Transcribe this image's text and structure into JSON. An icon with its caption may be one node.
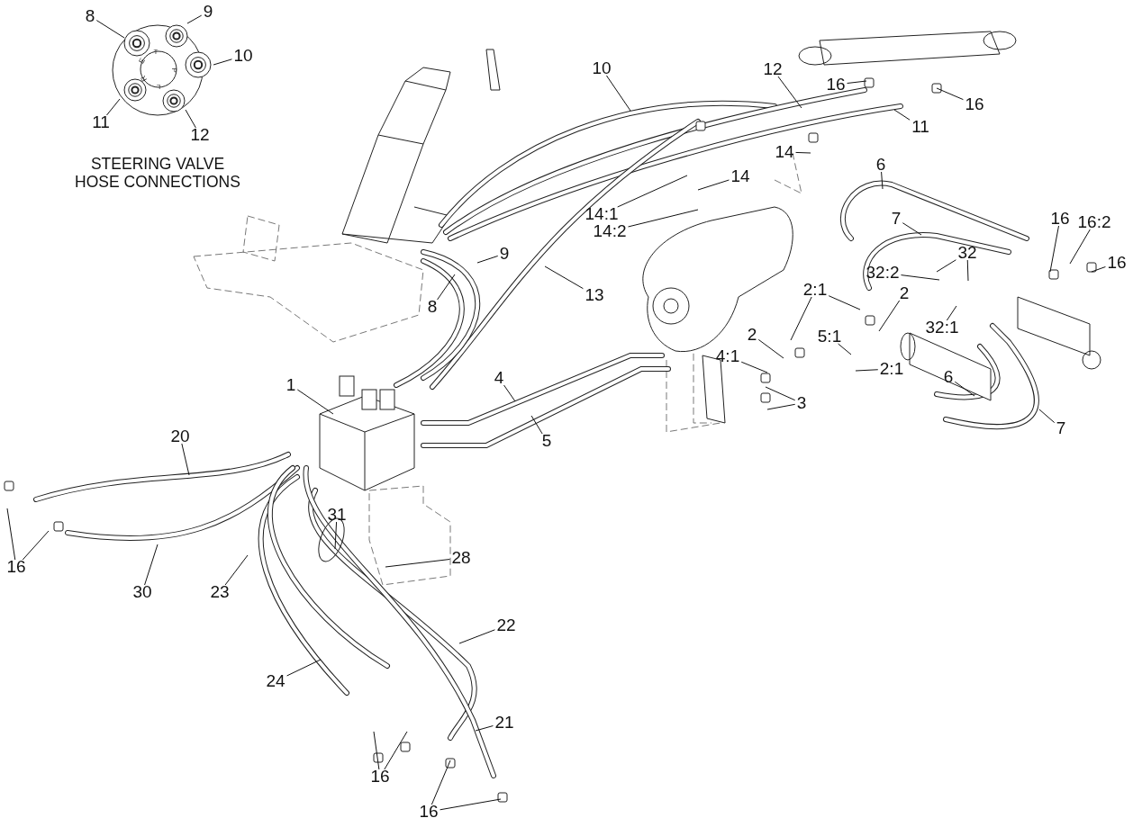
{
  "diagram": {
    "nodes": [
      {
        "text": [
          "8"
        ]
      },
      {
        "text": [
          "9"
        ]
      },
      {
        "text": [
          "10"
        ]
      },
      {
        "text": [
          "11"
        ]
      },
      {
        "text": [
          "12"
        ]
      },
      {
        "text": [
          "10"
        ]
      },
      {
        "text": [
          "12"
        ]
      },
      {
        "text": [
          "16"
        ]
      },
      {
        "text": [
          "16"
        ]
      },
      {
        "text": [
          "11"
        ]
      },
      {
        "text": [
          "14"
        ]
      },
      {
        "text": [
          "14"
        ]
      },
      {
        "text": [
          "14:1"
        ]
      },
      {
        "text": [
          "14:2"
        ]
      },
      {
        "text": [
          "9"
        ]
      },
      {
        "text": [
          "8"
        ]
      },
      {
        "text": [
          "13"
        ]
      },
      {
        "text": [
          "6"
        ]
      },
      {
        "text": [
          "7"
        ]
      },
      {
        "text": [
          "16"
        ]
      },
      {
        "text": [
          "16:2"
        ]
      },
      {
        "text": [
          "16"
        ]
      },
      {
        "text": [
          "32"
        ]
      },
      {
        "text": [
          "32:2"
        ]
      },
      {
        "text": [
          "2:1"
        ]
      },
      {
        "text": [
          "5:1"
        ]
      },
      {
        "text": [
          "2"
        ]
      },
      {
        "text": [
          "32:1"
        ]
      },
      {
        "text": [
          "2"
        ]
      },
      {
        "text": [
          "4:1"
        ]
      },
      {
        "text": [
          "2:1"
        ]
      },
      {
        "text": [
          "3"
        ]
      },
      {
        "text": [
          "6"
        ]
      },
      {
        "text": [
          "7"
        ]
      },
      {
        "text": [
          "1"
        ]
      },
      {
        "text": [
          "4"
        ]
      },
      {
        "text": [
          "5"
        ]
      },
      {
        "text": [
          "20"
        ]
      },
      {
        "text": [
          "16"
        ]
      },
      {
        "text": [
          "30"
        ]
      },
      {
        "text": [
          "23"
        ]
      },
      {
        "text": [
          "31"
        ]
      },
      {
        "text": [
          "28"
        ]
      },
      {
        "text": [
          "22"
        ]
      },
      {
        "text": [
          "24"
        ]
      },
      {
        "text": [
          "21"
        ]
      },
      {
        "text": [
          "16"
        ]
      },
      {
        "text": [
          "16"
        ]
      }
    ],
    "edges": [
      {
        "from": 0,
        "to": null,
        "arrow": "none"
      },
      {
        "from": 1,
        "to": null,
        "arrow": "none"
      },
      {
        "from": 2,
        "to": null,
        "arrow": "none"
      },
      {
        "from": 3,
        "to": null,
        "arrow": "none"
      },
      {
        "from": 4,
        "to": null,
        "arrow": "none"
      },
      {
        "from": 5,
        "to": null,
        "arrow": "none"
      },
      {
        "from": 6,
        "to": null,
        "arrow": "none"
      },
      {
        "from": 7,
        "to": null,
        "arrow": "none"
      },
      {
        "from": 8,
        "to": null,
        "arrow": "none"
      },
      {
        "from": 9,
        "to": null,
        "arrow": "none"
      },
      {
        "from": 10,
        "to": null,
        "arrow": "none"
      },
      {
        "from": 11,
        "to": null,
        "arrow": "none"
      },
      {
        "from": 12,
        "to": null,
        "arrow": "none"
      },
      {
        "from": 13,
        "to": null,
        "arrow": "none"
      },
      {
        "from": 14,
        "to": null,
        "arrow": "none"
      },
      {
        "from": 15,
        "to": null,
        "arrow": "none"
      },
      {
        "from": 16,
        "to": null,
        "arrow": "none"
      },
      {
        "from": 17,
        "to": null,
        "arrow": "none"
      },
      {
        "from": 18,
        "to": null,
        "arrow": "none"
      },
      {
        "from": 19,
        "to": null,
        "arrow": "none"
      },
      {
        "from": 20,
        "to": null,
        "arrow": "none"
      },
      {
        "from": 21,
        "to": null,
        "arrow": "none"
      },
      {
        "from": 22,
        "to": null,
        "arrow": "none"
      },
      {
        "from": 22,
        "to": null,
        "arrow": "none"
      },
      {
        "from": 23,
        "to": null,
        "arrow": "none"
      },
      {
        "from": 24,
        "to": null,
        "arrow": "none"
      },
      {
        "from": 24,
        "to": null,
        "arrow": "none"
      },
      {
        "from": 25,
        "to": null,
        "arrow": "none"
      },
      {
        "from": 26,
        "to": null,
        "arrow": "none"
      },
      {
        "from": 27,
        "to": null,
        "arrow": "none"
      },
      {
        "from": 28,
        "to": null,
        "arrow": "none"
      },
      {
        "from": 29,
        "to": null,
        "arrow": "none"
      },
      {
        "from": 30,
        "to": null,
        "arrow": "none"
      },
      {
        "from": 31,
        "to": null,
        "arrow": "none"
      },
      {
        "from": 31,
        "to": null,
        "arrow": "none"
      },
      {
        "from": 32,
        "to": null,
        "arrow": "none"
      },
      {
        "from": 33,
        "to": null,
        "arrow": "none"
      },
      {
        "from": 34,
        "to": null,
        "arrow": "none"
      },
      {
        "from": 35,
        "to": null,
        "arrow": "none"
      },
      {
        "from": 36,
        "to": null,
        "arrow": "none"
      },
      {
        "from": 37,
        "to": null,
        "arrow": "none"
      },
      {
        "from": 38,
        "to": null,
        "arrow": "none"
      },
      {
        "from": 38,
        "to": null,
        "arrow": "none"
      },
      {
        "from": 39,
        "to": null,
        "arrow": "none"
      },
      {
        "from": 40,
        "to": null,
        "arrow": "none"
      },
      {
        "from": 41,
        "to": null,
        "arrow": "none"
      },
      {
        "from": 42,
        "to": null,
        "arrow": "none"
      },
      {
        "from": 43,
        "to": null,
        "arrow": "none"
      },
      {
        "from": 44,
        "to": null,
        "arrow": "none"
      },
      {
        "from": 45,
        "to": null,
        "arrow": "none"
      },
      {
        "from": 46,
        "to": null,
        "arrow": "none"
      },
      {
        "from": 46,
        "to": null,
        "arrow": "none"
      },
      {
        "from": 47,
        "to": null,
        "arrow": "none"
      },
      {
        "from": 47,
        "to": null,
        "arrow": "none"
      }
    ],
    "labels": [
      "T",
      "E",
      "P",
      "R",
      "L",
      "STEERING VALVE HOSE CONNECTIONS"
    ]
  }
}
